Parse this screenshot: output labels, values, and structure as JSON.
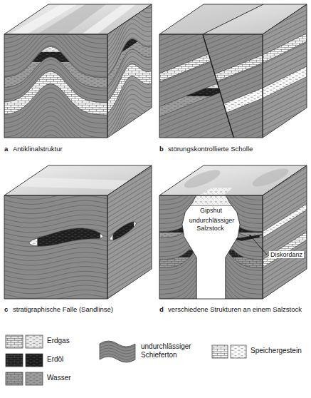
{
  "diagram": {
    "labels": [
      "a",
      "Antiklinalstruktur",
      "b",
      "störungskontrollierte Scholle",
      "c",
      "stratigraphische Falle (Sandlinse)",
      "d",
      "verschiedene Strukturen an einem Salzstock",
      "Gipshut",
      "undurchlässiger Salzstock",
      "Diskordanz"
    ],
    "legend": [
      {
        "text": "Erdgas",
        "color": "#e8e8e8"
      },
      {
        "text": "Erdöl",
        "color": "#1e1e1e"
      },
      {
        "text": "Wasser",
        "color": "#9c9c9c"
      },
      {
        "text": "undurchlässiger Schieferton"
      },
      {
        "text": "Speichergestein"
      }
    ]
  }
}
